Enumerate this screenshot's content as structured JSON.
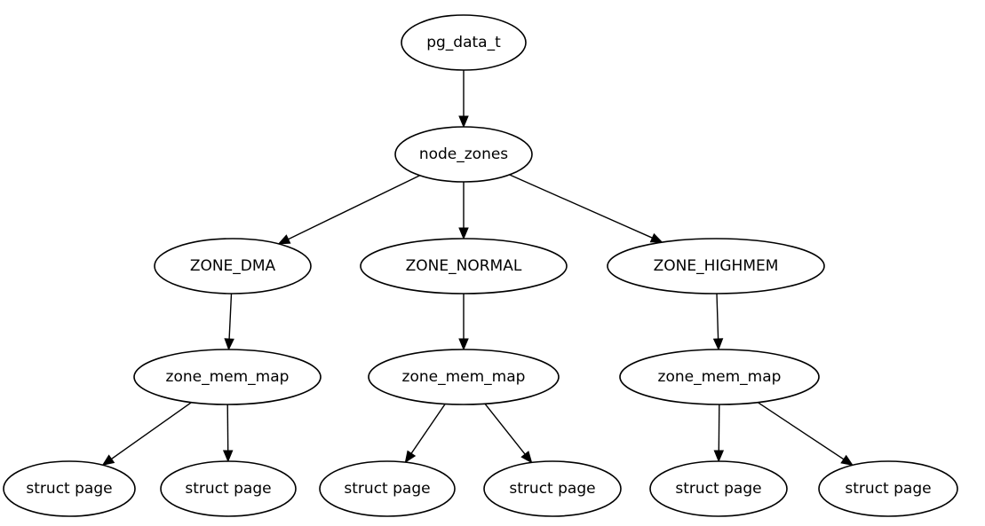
{
  "diagram": {
    "nodes": [
      {
        "id": "pg_data_t",
        "label": "pg_data_t"
      },
      {
        "id": "node_zones",
        "label": "node_zones"
      },
      {
        "id": "zone_dma",
        "label": "ZONE_DMA"
      },
      {
        "id": "zone_normal",
        "label": "ZONE_NORMAL"
      },
      {
        "id": "zone_highmem",
        "label": "ZONE_HIGHMEM"
      },
      {
        "id": "mem_map_dma",
        "label": "zone_mem_map"
      },
      {
        "id": "mem_map_normal",
        "label": "zone_mem_map"
      },
      {
        "id": "mem_map_highmem",
        "label": "zone_mem_map"
      },
      {
        "id": "page_dma_1",
        "label": "struct page"
      },
      {
        "id": "page_dma_2",
        "label": "struct page"
      },
      {
        "id": "page_normal_1",
        "label": "struct page"
      },
      {
        "id": "page_normal_2",
        "label": "struct page"
      },
      {
        "id": "page_highmem_1",
        "label": "struct page"
      },
      {
        "id": "page_highmem_2",
        "label": "struct page"
      }
    ],
    "edges": [
      {
        "from": "pg_data_t",
        "to": "node_zones"
      },
      {
        "from": "node_zones",
        "to": "zone_dma"
      },
      {
        "from": "node_zones",
        "to": "zone_normal"
      },
      {
        "from": "node_zones",
        "to": "zone_highmem"
      },
      {
        "from": "zone_dma",
        "to": "mem_map_dma"
      },
      {
        "from": "zone_normal",
        "to": "mem_map_normal"
      },
      {
        "from": "zone_highmem",
        "to": "mem_map_highmem"
      },
      {
        "from": "mem_map_dma",
        "to": "page_dma_1"
      },
      {
        "from": "mem_map_dma",
        "to": "page_dma_2"
      },
      {
        "from": "mem_map_normal",
        "to": "page_normal_1"
      },
      {
        "from": "mem_map_normal",
        "to": "page_normal_2"
      },
      {
        "from": "mem_map_highmem",
        "to": "page_highmem_1"
      },
      {
        "from": "mem_map_highmem",
        "to": "page_highmem_2"
      }
    ]
  }
}
